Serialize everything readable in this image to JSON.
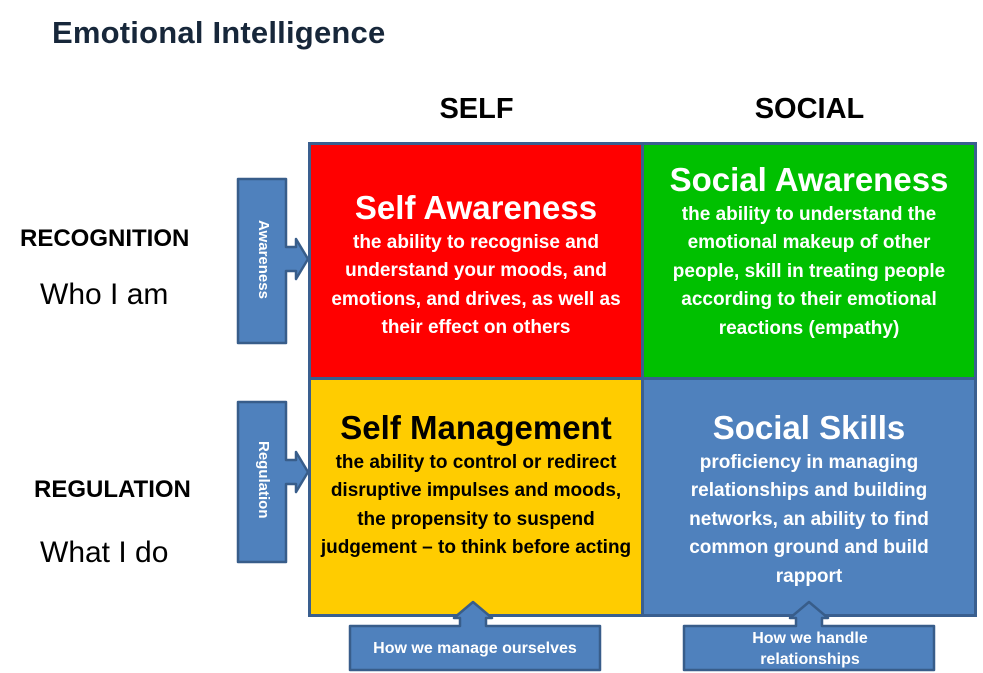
{
  "title": "Emotional Intelligence",
  "columns": {
    "self": "SELF",
    "social": "SOCIAL"
  },
  "rows": {
    "recognition": {
      "label": "RECOGNITION",
      "sub": "Who I am"
    },
    "regulation": {
      "label": "REGULATION",
      "sub": "What I do"
    }
  },
  "side_arrows": {
    "awareness": "Awareness",
    "regulation": "Regulation"
  },
  "quadrants": {
    "self_awareness": {
      "title": "Self Awareness",
      "description": "the ability to recognise and understand your moods, and emotions, and drives, as well as their effect on others",
      "color": "#ff0000"
    },
    "social_awareness": {
      "title": "Social Awareness",
      "description": "the ability to understand the emotional makeup of other people, skill in treating people according to their emotional reactions (empathy)",
      "color": "#00c000"
    },
    "self_management": {
      "title": "Self Management",
      "description": "the ability to control or redirect disruptive impulses and moods, the propensity to suspend judgement – to think before acting",
      "color": "#ffcc00"
    },
    "social_skills": {
      "title": "Social Skills",
      "description": "proficiency in managing relationships and building networks, an ability to find common ground and build rapport",
      "color": "#4f81bd"
    }
  },
  "bottom_arrows": {
    "self": "How we manage ourselves",
    "social": "How we handle relationships"
  },
  "colors": {
    "arrow_fill": "#4f81bd",
    "arrow_border": "#385d8a",
    "title": "#17273a"
  }
}
